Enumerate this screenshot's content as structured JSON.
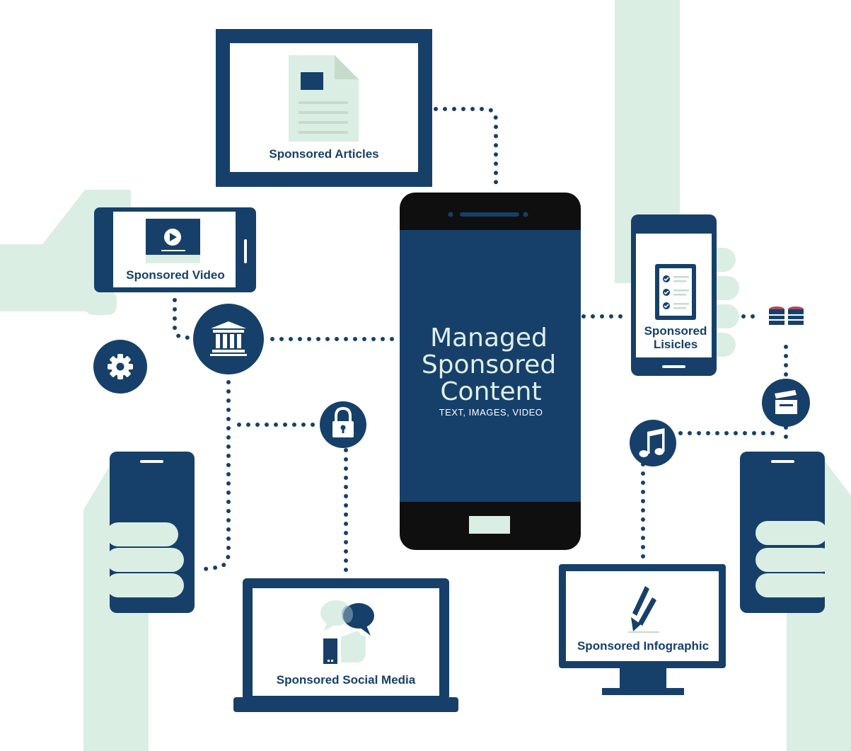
{
  "colors": {
    "navy": "#16406a",
    "mint": "#dbeee3",
    "mint_dark": "#c5dccd",
    "black": "#0f0f0f",
    "white": "#ffffff"
  },
  "center": {
    "title_line1": "Managed",
    "title_line2": "Sponsored",
    "title_line3": "Content",
    "subtitle": "TEXT, IMAGES, VIDEO"
  },
  "devices": {
    "articles": {
      "label": "Sponsored Articles",
      "icon": "document-icon"
    },
    "video": {
      "label": "Sponsored Video",
      "icon": "play-icon"
    },
    "listicles": {
      "label_line1": "Sponsored",
      "label_line2": "Lisicles",
      "icon": "checklist-icon"
    },
    "social": {
      "label": "Sponsored Social Media",
      "icon": "chat-bubbles-icon"
    },
    "infographic": {
      "label": "Sponsored Infographic",
      "icon": "pen-icon"
    }
  },
  "nodes": [
    "bank-icon",
    "gear-icon",
    "lock-icon",
    "music-icon",
    "clapperboard-icon",
    "database-icon"
  ]
}
